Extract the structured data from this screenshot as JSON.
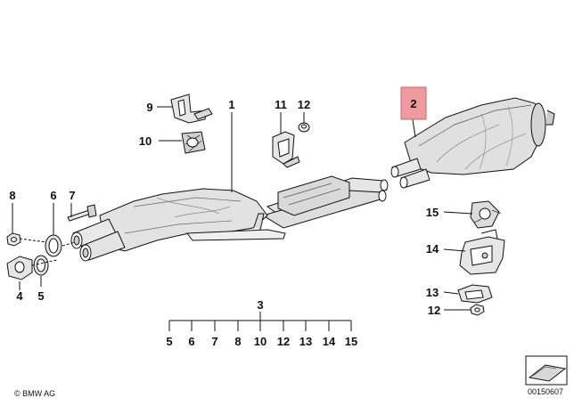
{
  "diagram": {
    "colors": {
      "line": "#111111",
      "fill_light": "#ececec",
      "fill_mid": "#d6d6d6",
      "highlight": "#f09aa0"
    },
    "callouts": {
      "c1": "1",
      "c2": "2",
      "c9": "9",
      "c10": "10",
      "c11": "11",
      "c12_top": "12",
      "c8": "8",
      "c6": "6",
      "c7": "7",
      "c4": "4",
      "c5": "5",
      "c15": "15",
      "c14": "14",
      "c13": "13",
      "c12_right": "12"
    },
    "kit": {
      "label": "3",
      "items": [
        "5",
        "6",
        "7",
        "8",
        "10",
        "12",
        "13",
        "14",
        "15"
      ]
    },
    "copyright": "© BMW AG",
    "image_number": "00150607"
  }
}
